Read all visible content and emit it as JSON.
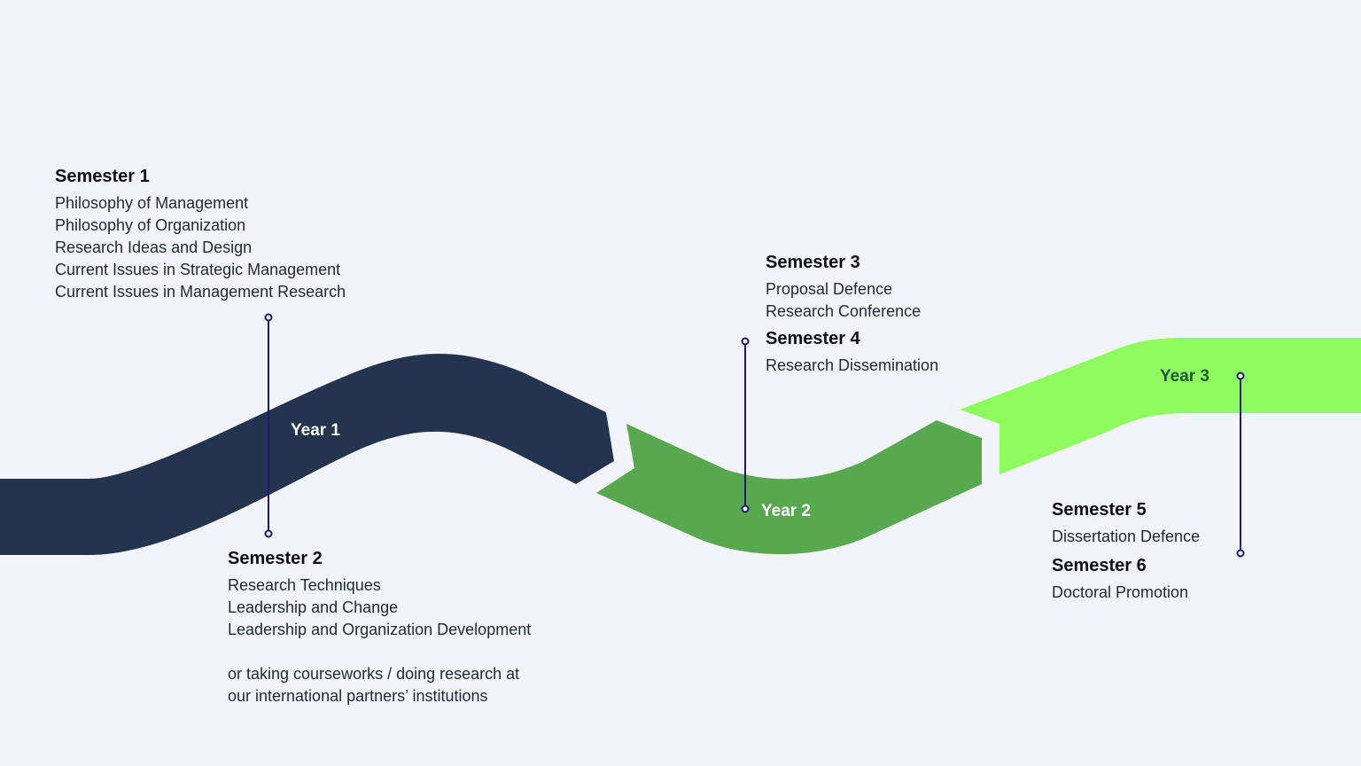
{
  "years": [
    {
      "label": "Year 1",
      "color": "#24344e",
      "text_color": "#ffffff"
    },
    {
      "label": "Year 2",
      "color": "#58a84f",
      "text_color": "#ffffff"
    },
    {
      "label": "Year 3",
      "color": "#8efc5e",
      "text_color": "#1f5a2f"
    }
  ],
  "semesters": {
    "s1": {
      "title": "Semester 1",
      "items": [
        "Philosophy of Management",
        "Philosophy of Organization",
        "Research Ideas and Design",
        "Current Issues in Strategic Management",
        "Current Issues in Management Research"
      ]
    },
    "s2": {
      "title": "Semester 2",
      "items": [
        "Research Techniques",
        "Leadership and Change",
        "Leadership and Organization Development"
      ],
      "note": "or taking courseworks / doing research at\nour international partners’ institutions"
    },
    "s3": {
      "title": "Semester 3",
      "items": [
        "Proposal Defence",
        "Research Conference"
      ]
    },
    "s4": {
      "title": "Semester 4",
      "items": [
        "Research Dissemination"
      ]
    },
    "s5": {
      "title": "Semester 5",
      "items": [
        "Dissertation Defence"
      ]
    },
    "s6": {
      "title": "Semester 6",
      "items": [
        "Doctoral Promotion"
      ]
    }
  },
  "connector_color": "#1e1b6e"
}
